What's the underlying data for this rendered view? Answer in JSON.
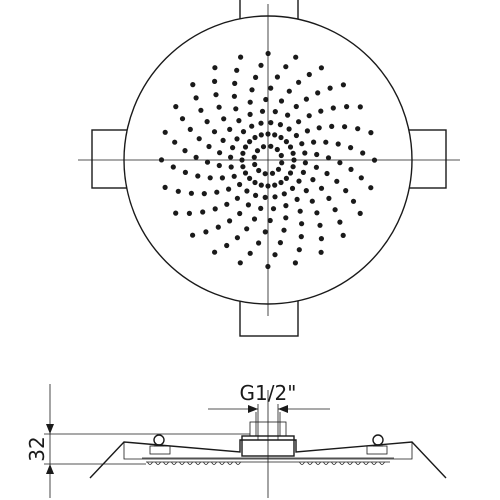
{
  "dimensions": {
    "thread_label": "G1/2\"",
    "height_label": "32"
  },
  "plan_view": {
    "hole_pattern": {
      "radial_rays": 24,
      "holes_per_ray": 8,
      "inner_ring_holes": 12
    }
  },
  "colors": {
    "line": "#1a1a1a",
    "background": "#ffffff"
  }
}
